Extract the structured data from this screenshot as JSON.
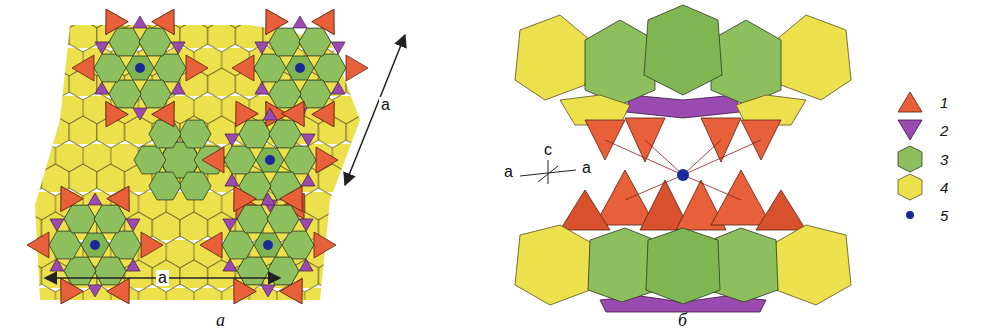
{
  "diagram": {
    "labels": [
      "a",
      "a",
      "c",
      "a",
      "a",
      "а",
      "б"
    ],
    "legend": [
      {
        "text": "1"
      },
      {
        "text": "2"
      },
      {
        "text": "3"
      },
      {
        "text": "4"
      },
      {
        "text": "5"
      }
    ]
  }
}
